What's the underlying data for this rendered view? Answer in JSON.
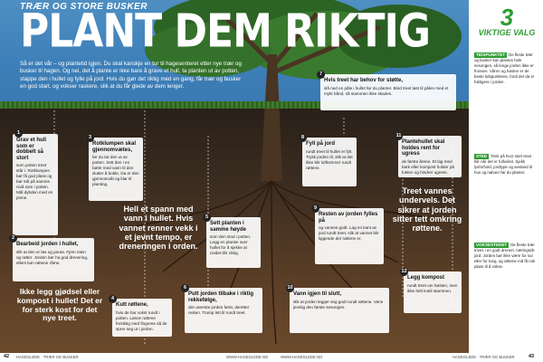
{
  "header": {
    "kicker": "TRÆR OG STORE BUSKER",
    "title": "PLANT DEM RIKTIG",
    "intro": "Så er det vår – og plantetid igjen. Du skal kanskje en tur til hagesenteret etter nye trær og busker til hagen. Og nei, det å plante er ikke bare å grave et hull, ta planten ut av potten, stappe den i hullet og fylle på jord. Hvis du gjør det riktig med en gang, får trær og busker en god start, og vokser raskere, slik at du får glede av dem lenger."
  },
  "steps": [
    {
      "n": "1",
      "title": "Grav et hull som er dobbelt så stort",
      "text": "som potten treet står i. Rotklumpen bør få god plass og bør stå på samme nivå som i potten. Mål dybden med en pinne."
    },
    {
      "n": "2",
      "title": "Bearbeid jorden i hullet,",
      "text": "slik at den er løs og porøs. Fjern stein og røtter. Jorden bør ha god drenering, ellers kan røttene råtne."
    },
    {
      "n": "3",
      "title": "Rotklumpen skal gjennomvætes,",
      "text": "før du tar den ut av potten. Sett den i en bøtte med vann til den slutter å boble. Da er den gjennomvåt og klar til planting."
    },
    {
      "n": "4",
      "title": "Kutt røttene,",
      "text": "hvis de har vokst rundt i potten. Løsne røttene forsiktig med fingrene så de sprer seg ut i jorden."
    },
    {
      "n": "5",
      "title": "Sett planten i samme høyde",
      "text": "som den stod i potten. Legg en planke over hullet for å sjekke at nivået blir riktig."
    },
    {
      "n": "6",
      "title": "Putt jorden tilbake i riktig rekkefølge,",
      "text": "den øverste jorden først, deretter resten. Tramp lett til rundt treet."
    },
    {
      "n": "7",
      "title": "Hvis treet har behov for støtte,",
      "text": "slå ned en påle i hullet før du planter. Bind treet løst til pålen med et mykt bånd, så stammen ikke skades."
    },
    {
      "n": "8",
      "title": "Fyll på jord",
      "text": "rundt treet til hullet er fylt. Trykk jorden til, slik at det ikke blir luftlommer rundt røttene."
    },
    {
      "n": "9",
      "title": "Resten av jorden fylles på",
      "text": "og vannes godt. Lag en kant av jord rundt treet, slik at vannet blir liggende der røttene er."
    },
    {
      "n": "10",
      "title": "Vann igjen til slutt,",
      "text": "slik at jorden legger seg godt rundt røttene. Vann jevnlig den første sesongen."
    },
    {
      "n": "11",
      "title": "Plantehullet skal holdes rent for ugress",
      "text": "de første årene. Et lag med bark eller kompost holder på fukten og hindrer ugress."
    },
    {
      "n": "12",
      "title": "Legg kompost",
      "text": "rundt treet om høsten, men ikke helt inntil stammen."
    }
  ],
  "callouts": {
    "water": "Hell et spann med vann i hullet. Hvis vannet renner vekk i et jevnt tempo, er dreneringen i orden.",
    "compost": "Ikke legg gjødsel eller kompost i hullet! Det er for sterk kost for det nye treet.",
    "roots": "Treet vannes undervels. Det sikrer at jorden sitter tett omkring røttene."
  },
  "sidebar": {
    "number": "3",
    "heading": "VIKTIGE VALG",
    "tips": [
      {
        "label": "TIDSPUNKTET",
        "text": "De fleste trær og busker kan plantes hele sesongen, så lenge jorden ikke er frossen. Våren og høsten er de beste tidspunktene, fordi det da er fuktigere i jorden."
      },
      {
        "label": "STED",
        "text": "Tenk på hvor stort treet blir når det er fullvokst. Sjekk lysforhold, jordtype og avstand til hus og naboer før du planter."
      },
      {
        "label": "VOKSESTEDET",
        "text": "De fleste trær trives i en godt drenert, næringsrik jord. Jorden bør ikke være for sur eller for tung, og røttene må få nok plass til å vokse."
      }
    ]
  },
  "footer": {
    "left_page": "42",
    "left_text": "HAGEGLEDE · TRÆR OG BUSKER",
    "center_left": "WWW.HAGEGLEDE.NO",
    "center_right": "WWW.HAGEGLEDE.NO",
    "right_text": "HAGEGLEDE · TRÆR OG BUSKER",
    "right_page": "43"
  },
  "colors": {
    "sky": "#3d7fb8",
    "soil": "#5a3e26",
    "accent": "#2e9d34",
    "highlight": "#f6e15c"
  }
}
